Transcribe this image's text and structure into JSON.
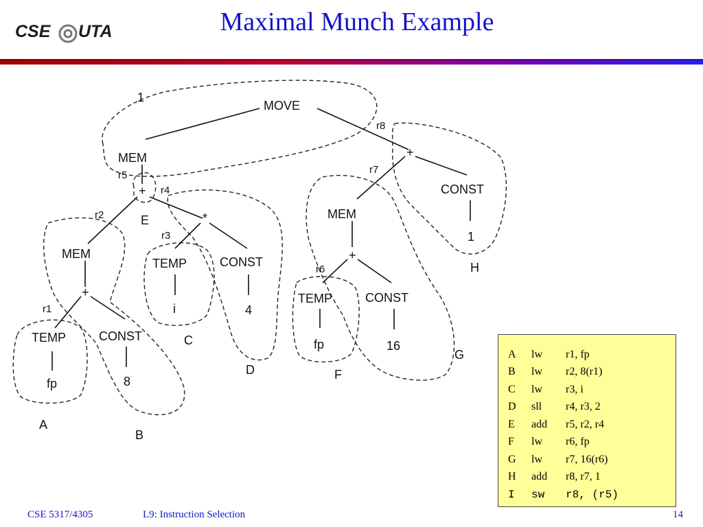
{
  "slide": {
    "title": "Maximal Munch Example",
    "logo": "CSE@UTA",
    "logo_left": "CSE",
    "logo_right": "UTA"
  },
  "tree": {
    "nodes": {
      "move": "MOVE",
      "mem_left": "MEM",
      "plus_e": "+",
      "mem_b": "MEM",
      "plus_b": "+",
      "temp_fp_a": "TEMP",
      "fp_a": "fp",
      "const_8": "CONST",
      "val_8": "8",
      "mul": "*",
      "temp_i": "TEMP",
      "val_i": "i",
      "const_4": "CONST",
      "val_4": "4",
      "plus_right": "+",
      "mem_g": "MEM",
      "plus_g": "+",
      "temp_fp_f": "TEMP",
      "fp_f": "fp",
      "const_16": "CONST",
      "val_16": "16",
      "const_1": "CONST",
      "val_1": "1"
    },
    "registers": [
      "r1",
      "r2",
      "r3",
      "r4",
      "r5",
      "r6",
      "r7",
      "r8"
    ],
    "group_labels": {
      "g1": "1",
      "A": "A",
      "B": "B",
      "C": "C",
      "D": "D",
      "E": "E",
      "F": "F",
      "G": "G",
      "H": "H"
    }
  },
  "code": {
    "rows": [
      {
        "label": "A",
        "op": "lw",
        "args": "r1, fp"
      },
      {
        "label": "B",
        "op": "lw",
        "args": "r2, 8(r1)"
      },
      {
        "label": "C",
        "op": "lw",
        "args": "r3, i"
      },
      {
        "label": "D",
        "op": "sll",
        "args": "r4, r3, 2"
      },
      {
        "label": "E",
        "op": "add",
        "args": "r5, r2, r4"
      },
      {
        "label": "F",
        "op": "lw",
        "args": "r6, fp"
      },
      {
        "label": "G",
        "op": "lw",
        "args": "r7, 16(r6)"
      },
      {
        "label": "H",
        "op": "add",
        "args": "r8, r7, 1"
      },
      {
        "label": "I",
        "op": "sw",
        "args": "r8, (r5)"
      }
    ]
  },
  "footer": {
    "course": "CSE 5317/4305",
    "lecture": "L9: Instruction Selection",
    "page": "14"
  }
}
